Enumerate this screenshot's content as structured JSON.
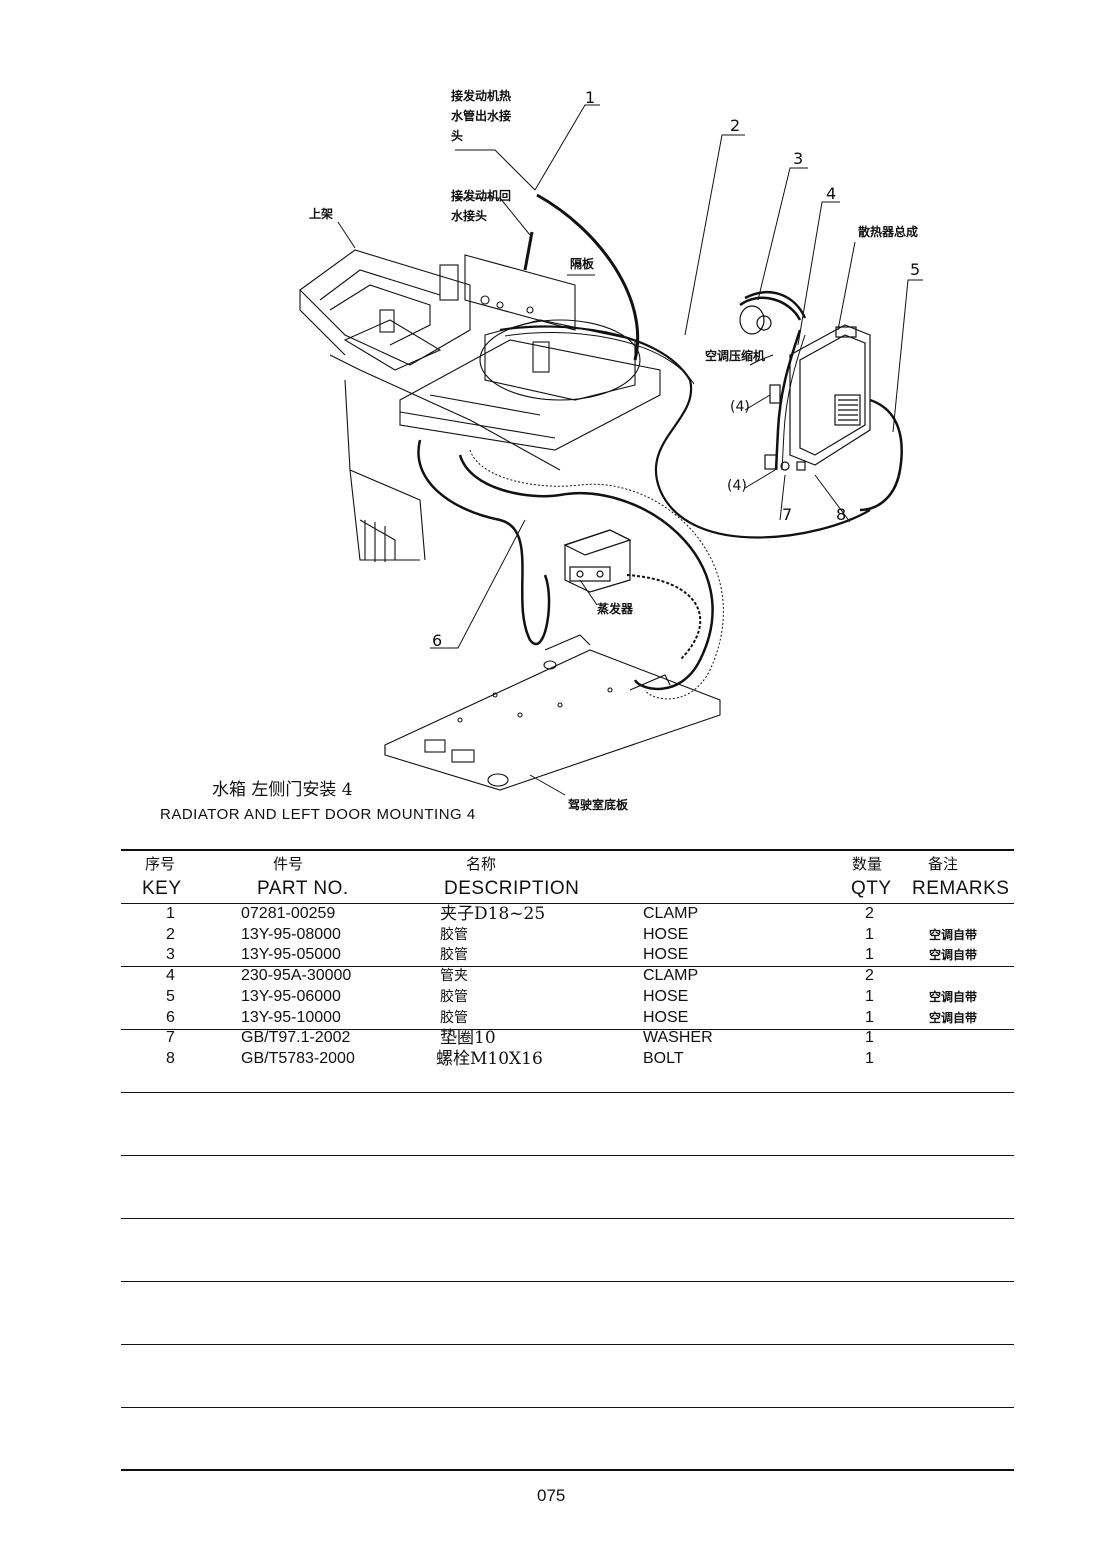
{
  "title_cn": "水箱 左侧门安装 4",
  "title_en": "RADIATOR AND LEFT DOOR MOUNTING 4",
  "callouts": [
    "1",
    "2",
    "3",
    "4",
    "5",
    "6",
    "7",
    "8",
    "(4)",
    "(4)"
  ],
  "notes": {
    "engine_hot_water_outlet": [
      "接发动机热",
      "水管出水接",
      "头"
    ],
    "engine_return_water": [
      "接发动机回",
      "水接头"
    ],
    "upper_frame": "上架",
    "partition": "隔板",
    "ac_compressor": "空调压缩机",
    "radiator_assembly": "散热器总成",
    "evaporator": "蒸发器",
    "cab_floor_plate": "驾驶室底板"
  },
  "table": {
    "headers_cn": {
      "key": "序号",
      "part_no": "件号",
      "description": "名称",
      "qty": "数量",
      "remarks": "备注"
    },
    "headers_en": {
      "key": "KEY",
      "part_no": "PART NO.",
      "description": "DESCRIPTION",
      "qty": "QTY",
      "remarks": "REMARKS"
    },
    "rows": [
      {
        "key": "1",
        "part_no": "07281-00259",
        "desc_cn": "夹子D18~25",
        "desc_en": "CLAMP",
        "qty": "2",
        "remarks": ""
      },
      {
        "key": "2",
        "part_no": "13Y-95-08000",
        "desc_cn": "胶管",
        "desc_en": "HOSE",
        "qty": "1",
        "remarks": "空调自带"
      },
      {
        "key": "3",
        "part_no": "13Y-95-05000",
        "desc_cn": "胶管",
        "desc_en": "HOSE",
        "qty": "1",
        "remarks": "空调自带"
      },
      {
        "key": "4",
        "part_no": "230-95A-30000",
        "desc_cn": "管夹",
        "desc_en": "CLAMP",
        "qty": "2",
        "remarks": ""
      },
      {
        "key": "5",
        "part_no": "13Y-95-06000",
        "desc_cn": "胶管",
        "desc_en": "HOSE",
        "qty": "1",
        "remarks": "空调自带"
      },
      {
        "key": "6",
        "part_no": "13Y-95-10000",
        "desc_cn": "胶管",
        "desc_en": "HOSE",
        "qty": "1",
        "remarks": "空调自带"
      },
      {
        "key": "7",
        "part_no": "GB/T97.1-2002",
        "desc_cn": "垫圈10",
        "desc_en": "WASHER",
        "qty": "1",
        "remarks": ""
      },
      {
        "key": "8",
        "part_no": "GB/T5783-2000",
        "desc_cn": "螺栓M10X16",
        "desc_en": "BOLT",
        "qty": "1",
        "remarks": ""
      }
    ]
  },
  "page_number": "075"
}
